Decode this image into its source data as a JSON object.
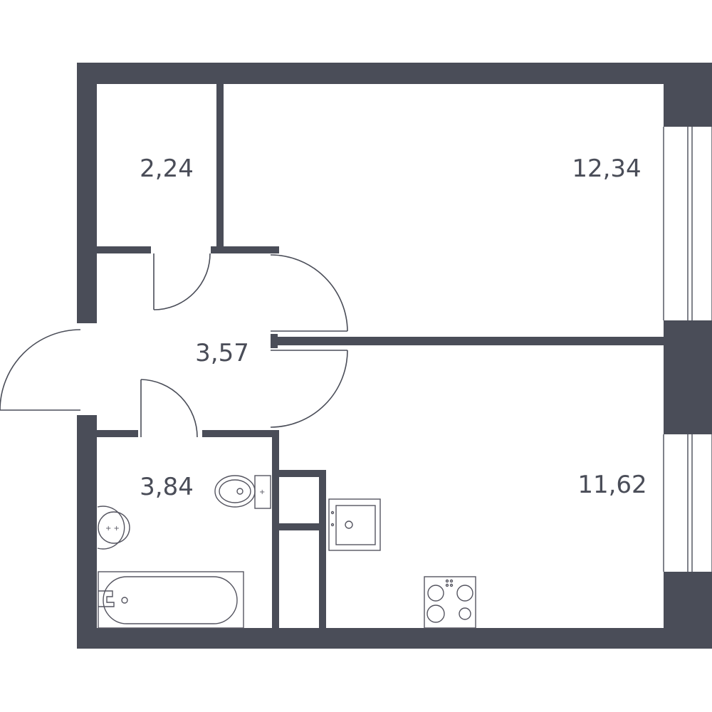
{
  "rooms": [
    {
      "id": "storage",
      "area": "2,24"
    },
    {
      "id": "bedroom",
      "area": "12,34"
    },
    {
      "id": "hallway",
      "area": "3,57"
    },
    {
      "id": "bathroom",
      "area": "3,84"
    },
    {
      "id": "kitchen-living",
      "area": "11,62"
    }
  ],
  "colors": {
    "wall": "#4a4d58",
    "background": "#ffffff"
  }
}
